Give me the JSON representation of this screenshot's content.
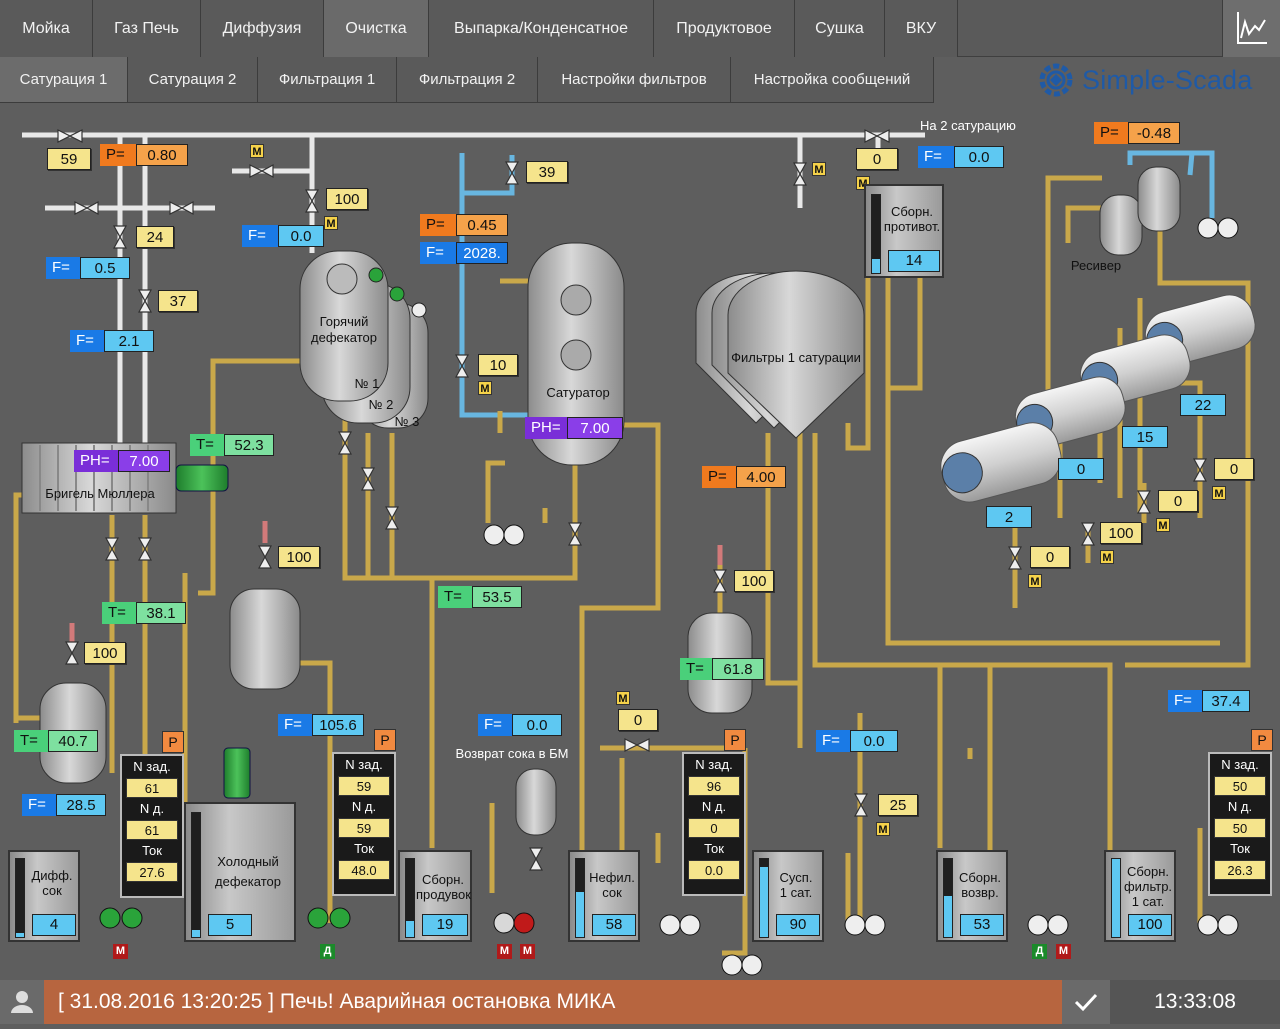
{
  "nav": {
    "tabs": [
      "Мойка",
      "Газ Печь",
      "Диффузия",
      "Очистка",
      "Выпарка/Конденсатное",
      "Продуктовое",
      "Сушка",
      "ВКУ"
    ],
    "active": "Очистка",
    "subtabs": [
      "Сатурация 1",
      "Сатурация 2",
      "Фильтрация 1",
      "Фильтрация 2",
      "Настройки фильтров",
      "Настройка сообщений"
    ],
    "active_sub": "Сатурация 1",
    "logo": "Simple-Scada"
  },
  "labels": {
    "to_sat2": "На 2 сатурацию",
    "hot_defecator": "Горячий\nдефекатор",
    "n1": "№ 1",
    "n2": "№ 2",
    "n3": "№ 3",
    "saturator": "Сатуратор",
    "filters": "Фильтры 1 сатурации",
    "receiver": "Ресивер",
    "brigel": "Бригель Мюллера",
    "return_juice": "Возврат сока в БМ",
    "cold_defecator": "Холодный\nдефекатор"
  },
  "values": {
    "v59": "59",
    "p_top": "0.80",
    "m_top": "М",
    "v100_a": "100",
    "f_a": "0.0",
    "v24": "24",
    "f_b": "0.5",
    "v37": "37",
    "f_c": "2.1",
    "v39": "39",
    "p_sat": "0.45",
    "f_sat": "2028.",
    "v10": "10",
    "v0_top": "0",
    "f_top": "0.0",
    "p_rec": "-0.48",
    "ph_sat": "7.00",
    "p_filt": "4.00",
    "ph_bm": "7.00",
    "t_bm": "52.3",
    "t_mid": "53.5",
    "v100_b": "100",
    "t_38": "38.1",
    "v100_c": "100",
    "t_40": "40.7",
    "f_28": "28.5",
    "f_105": "105.6",
    "f_ret": "0.0",
    "v100_d": "100",
    "t_61": "61.8",
    "v0_valve": "0",
    "f_mid": "0.0",
    "v25": "25",
    "f_right": "37.4",
    "filt_22": "22",
    "filt_15": "15",
    "filt_0": "0",
    "filt_2": "2",
    "v0_r1": "0",
    "v0_r2": "0",
    "v100_r": "100",
    "v0_r3": "0"
  },
  "panels": [
    {
      "n_set": "61",
      "n_act": "61",
      "current": "27.6"
    },
    {
      "n_set": "59",
      "n_act": "59",
      "current": "48.0"
    },
    {
      "n_set": "96",
      "n_act": "0",
      "current": "0.0"
    },
    {
      "n_set": "50",
      "n_act": "50",
      "current": "26.3"
    }
  ],
  "panel_labels": {
    "n_set": "N зад.",
    "n_act": "N д.",
    "current": "Ток",
    "p": "P"
  },
  "tanks": [
    {
      "label": "Сборн.\nпротивот.",
      "value": "14",
      "level": 0.18
    },
    {
      "label": "Дифф.\nсок",
      "value": "4",
      "level": 0.05
    },
    {
      "label": "Холодный\nдефекатор",
      "value": "5",
      "level": 0.06
    },
    {
      "label": "Сборн.\nпродувок",
      "value": "19",
      "level": 0.2
    },
    {
      "label": "Нефил.\nсок",
      "value": "58",
      "level": 0.58
    },
    {
      "label": "Сусп.\n1 сат.",
      "value": "90",
      "level": 0.9
    },
    {
      "label": "Сборн.\nвозвр.",
      "value": "53",
      "level": 0.53
    },
    {
      "label": "Сборн.\nфильтр.\n1 сат.",
      "value": "100",
      "level": 1.0
    }
  ],
  "tag_prefix": {
    "p": "P=",
    "f": "F=",
    "t": "T=",
    "ph": "PH=",
    "m": "М",
    "d": "Д"
  },
  "status": {
    "alarm": "[ 31.08.2016  13:20:25 ]  Печь! Аварийная остановка МИКА",
    "clock": "13:33:08"
  },
  "colors": {
    "pipe_yellow": "#c9a84a",
    "pipe_white": "#e8e8e8",
    "pipe_blue": "#68b6e0",
    "accent": "#1f5aa6",
    "alarm_bg": "#b7653f"
  }
}
